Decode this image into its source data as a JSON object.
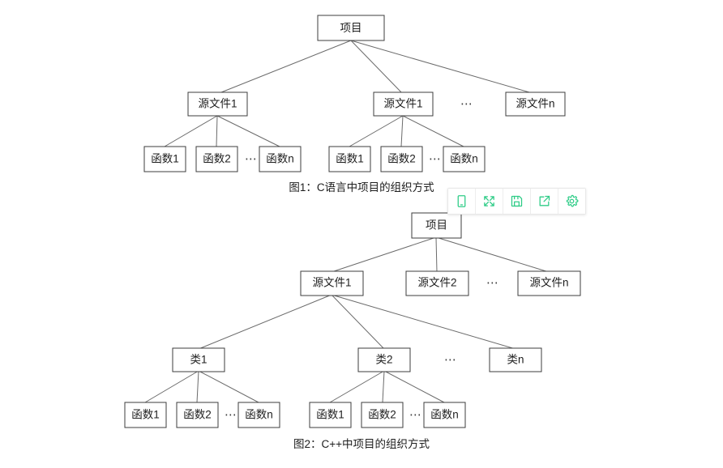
{
  "page": {
    "background": "#ffffff",
    "accent_green": "#2ecc87",
    "node_stroke": "#3c3c3c",
    "edge_stroke": "#6b6b6b"
  },
  "figure1": {
    "caption": "图1：C语言中项目的组织方式",
    "root": "项目",
    "level2": [
      "源文件1",
      "源文件1",
      "源文件n"
    ],
    "level2_ellipsis": "⋯",
    "group_a_leaves": [
      "函数1",
      "函数2",
      "函数n"
    ],
    "group_a_ellipsis": "⋯",
    "group_b_leaves": [
      "函数1",
      "函数2",
      "函数n"
    ],
    "group_b_ellipsis": "⋯"
  },
  "figure2": {
    "caption": "图2：C++中项目的组织方式",
    "root": "项目",
    "level2": [
      "源文件1",
      "源文件2",
      "源文件n"
    ],
    "level2_ellipsis": "⋯",
    "level3": [
      "类1",
      "类2",
      "类n"
    ],
    "level3_ellipsis": "⋯",
    "group_a_leaves": [
      "函数1",
      "函数2",
      "函数n"
    ],
    "group_a_ellipsis": "⋯",
    "group_b_leaves": [
      "函数1",
      "函数2",
      "函数n"
    ],
    "group_b_ellipsis": "⋯"
  },
  "toolbar": {
    "buttons": [
      {
        "name": "mobile-preview",
        "icon": "mobile-icon"
      },
      {
        "name": "fullscreen",
        "icon": "expand-arrows-icon"
      },
      {
        "name": "save",
        "icon": "floppy-disk-icon"
      },
      {
        "name": "share-export",
        "icon": "share-arrow-icon"
      },
      {
        "name": "settings",
        "icon": "gear-icon"
      }
    ]
  }
}
